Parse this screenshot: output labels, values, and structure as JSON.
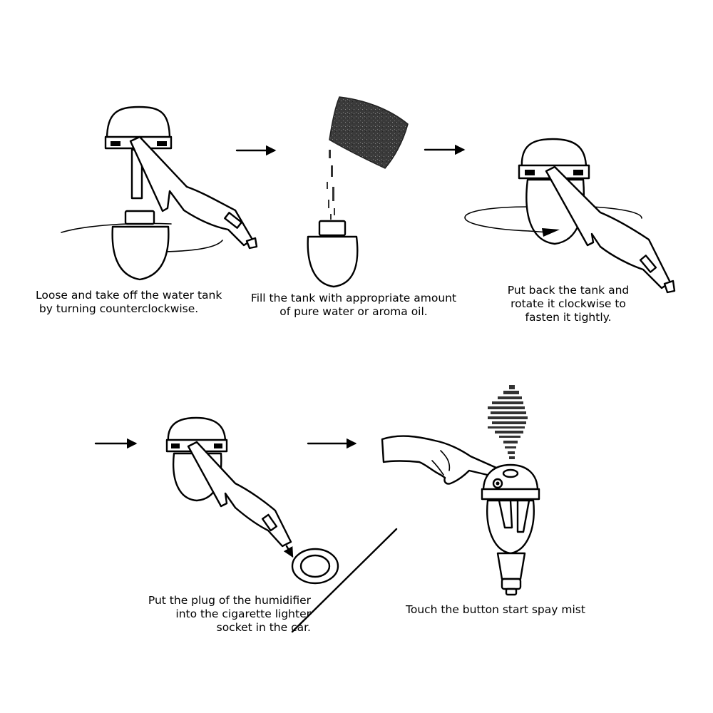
{
  "steps": [
    {
      "line1": "Loose and take off the water tank",
      "line2": " by turning counterclockwise.",
      "line3": ""
    },
    {
      "line1": "Fill the tank with appropriate amount",
      "line2": "of pure water or aroma oil.",
      "line3": ""
    },
    {
      "line1": "Put back the tank and",
      "line2": "rotate it clockwise to",
      "line3": "fasten it tightly."
    },
    {
      "line1": "Put the plug of the humidifier",
      "line2": "into the cigarette lighter",
      "line3": "socket in the car."
    },
    {
      "line1": "Touch the button start spay mist",
      "line2": "",
      "line3": ""
    }
  ],
  "colors": {
    "ink": "#000000",
    "background": "#ffffff",
    "powder": "#3a3a3a"
  }
}
